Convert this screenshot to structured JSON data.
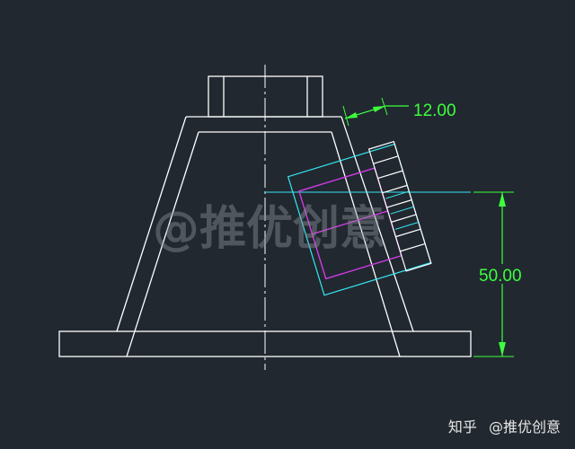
{
  "drawing": {
    "background": "#212830",
    "line_color": "#ffffff",
    "dimension_color": "#3dff3d",
    "cyan_color": "#37e6f0",
    "magenta_color": "#d23ce6",
    "dimensions": {
      "horizontal": "12.00",
      "vertical": "50.00"
    }
  },
  "watermark": "@推优创意",
  "credit": {
    "platform": "知乎",
    "author": "@推优创意"
  }
}
